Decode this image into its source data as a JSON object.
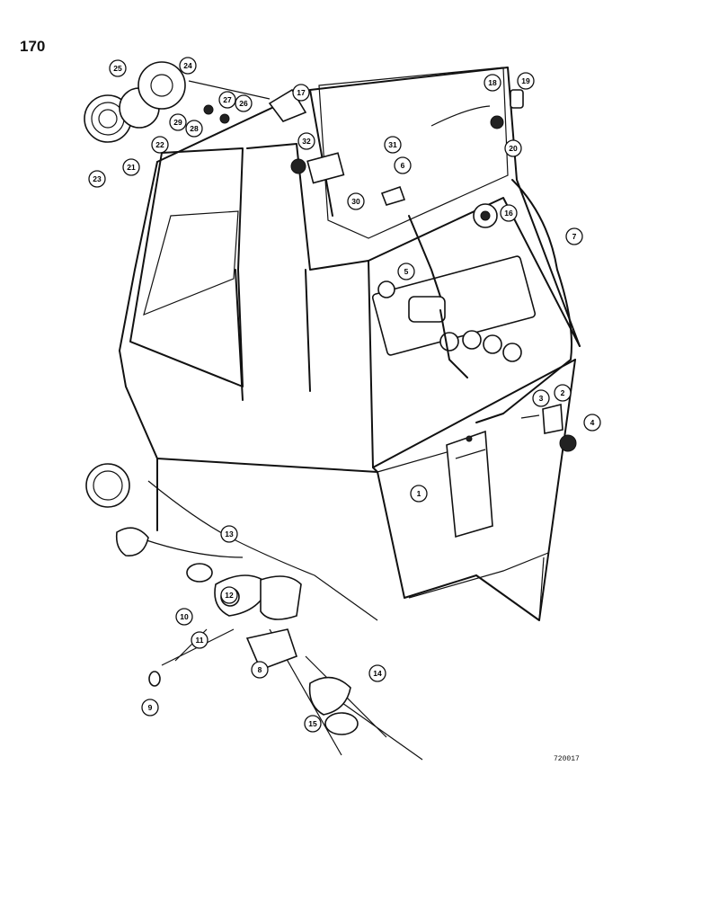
{
  "page_number": "170",
  "figure_code": "720017",
  "callouts": [
    "1",
    "2",
    "3",
    "4",
    "5",
    "6",
    "7",
    "8",
    "9",
    "10",
    "11",
    "12",
    "13",
    "14",
    "15",
    "16",
    "17",
    "18",
    "19",
    "20",
    "21",
    "22",
    "23",
    "24",
    "25",
    "26",
    "27",
    "28",
    "29",
    "30",
    "31",
    "32"
  ]
}
